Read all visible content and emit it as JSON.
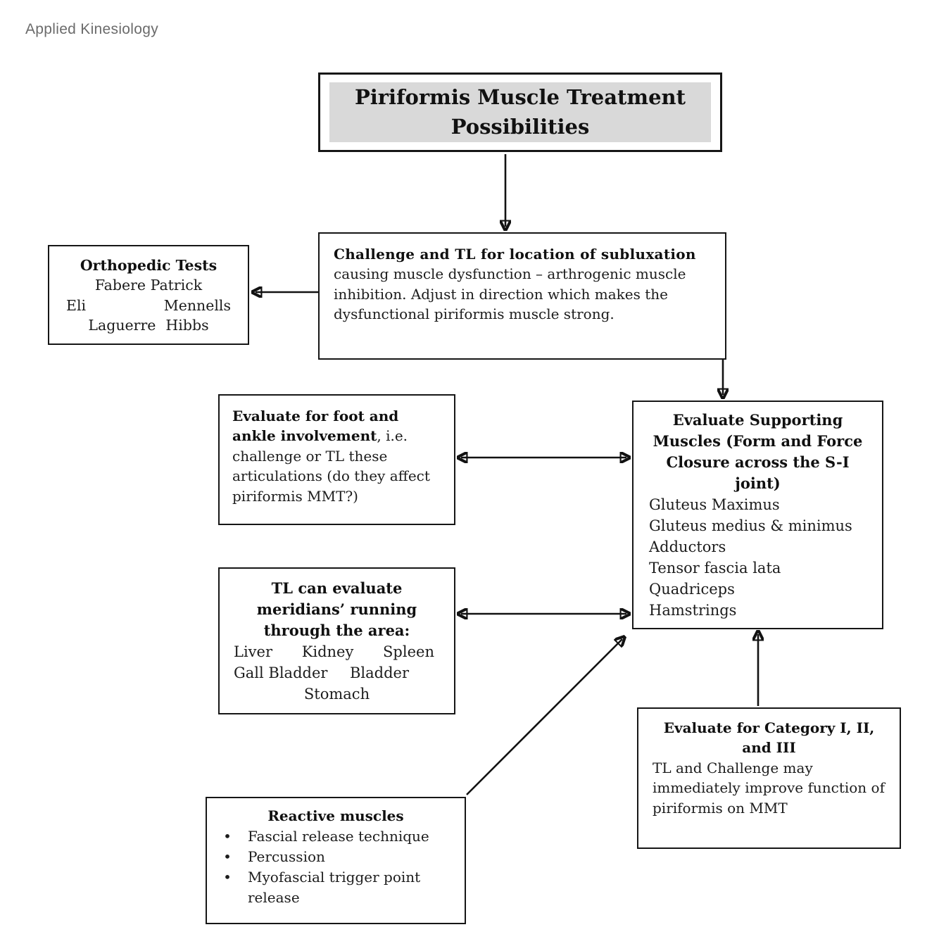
{
  "page_label": "Applied Kinesiology",
  "title_box": {
    "lines": [
      "Piriformis Muscle Treatment",
      "Possibilities"
    ]
  },
  "challenge_box": {
    "bold_text": "Challenge and TL for location of subluxation",
    "body_text": " causing muscle dysfunction – arthrogenic muscle inhibition. Adjust in direction which makes the dysfunctional piriformis muscle strong."
  },
  "orthopedic_box": {
    "heading": "Orthopedic Tests",
    "row1": "Fabere Patrick",
    "row2_left": "Eli",
    "row2_right": "Mennells",
    "row3_left": "Laguerre",
    "row3_right": "Hibbs"
  },
  "foot_ankle_box": {
    "bold_text": "Evaluate for foot and ankle involvement",
    "body_text": ", i.e. challenge or TL these articulations (do they affect piriformis MMT?)"
  },
  "supporting_box": {
    "heading_lines": [
      "Evaluate Supporting",
      "Muscles (Form and Force",
      "Closure across the S-I",
      "joint)"
    ],
    "muscles": [
      "Gluteus Maximus",
      "Gluteus medius & minimus",
      "Adductors",
      "Tensor fascia lata",
      "Quadriceps",
      "Hamstrings"
    ]
  },
  "meridians_box": {
    "heading_lines": [
      "TL can evaluate",
      "meridians’ running",
      "through the area:"
    ],
    "row1": [
      "Liver",
      "Kidney",
      "Spleen"
    ],
    "row2": [
      "Gall Bladder",
      "Bladder"
    ],
    "row3": "Stomach"
  },
  "category_box": {
    "heading_lines": [
      "Evaluate for Category I, II,",
      "and III"
    ],
    "body_text": "TL and Challenge may immediately improve function of piriformis on MMT"
  },
  "reactive_box": {
    "heading": "Reactive muscles",
    "bullet": "•",
    "items": [
      "Fascial release technique",
      "Percussion",
      "Myofascial trigger point release"
    ]
  },
  "colors": {
    "title_fill": "#d9d9d9",
    "border": "#161616",
    "arrow": "#121212",
    "label_gray": "#6b6b6b"
  }
}
